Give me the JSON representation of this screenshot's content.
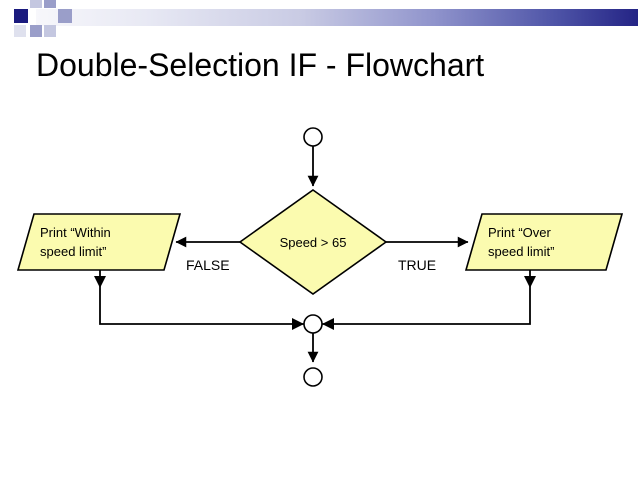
{
  "slide": {
    "title": "Double-Selection IF - Flowchart",
    "background_color": "#ffffff",
    "accent_color": "#242485",
    "decoration": {
      "gradient_from": "#f7f7fb",
      "gradient_to": "#242485"
    }
  },
  "diagram": {
    "type": "flowchart",
    "shape_fill": "#fbfbaf",
    "shape_stroke": "#000000",
    "connector_stroke": "#000000",
    "nodes": [
      {
        "id": "start",
        "shape": "connector-circle",
        "label": ""
      },
      {
        "id": "decision",
        "shape": "diamond",
        "label": "Speed > 65"
      },
      {
        "id": "print-within",
        "shape": "parallelogram",
        "label_line1": "Print “Within",
        "label_line2": "speed limit”"
      },
      {
        "id": "print-over",
        "shape": "parallelogram",
        "label_line1": "Print “Over",
        "label_line2": "speed limit”"
      },
      {
        "id": "merge",
        "shape": "connector-circle",
        "label": ""
      },
      {
        "id": "end",
        "shape": "connector-circle",
        "label": ""
      }
    ],
    "edges": [
      {
        "id": "start-to-decision",
        "from": "start",
        "to": "decision",
        "label": ""
      },
      {
        "id": "decision-false",
        "from": "decision",
        "to": "print-within",
        "label": "FALSE"
      },
      {
        "id": "decision-true",
        "from": "decision",
        "to": "print-over",
        "label": "TRUE"
      },
      {
        "id": "within-to-merge",
        "from": "print-within",
        "to": "merge",
        "label": ""
      },
      {
        "id": "over-to-merge",
        "from": "print-over",
        "to": "merge",
        "label": ""
      },
      {
        "id": "merge-to-end",
        "from": "merge",
        "to": "end",
        "label": ""
      }
    ]
  }
}
